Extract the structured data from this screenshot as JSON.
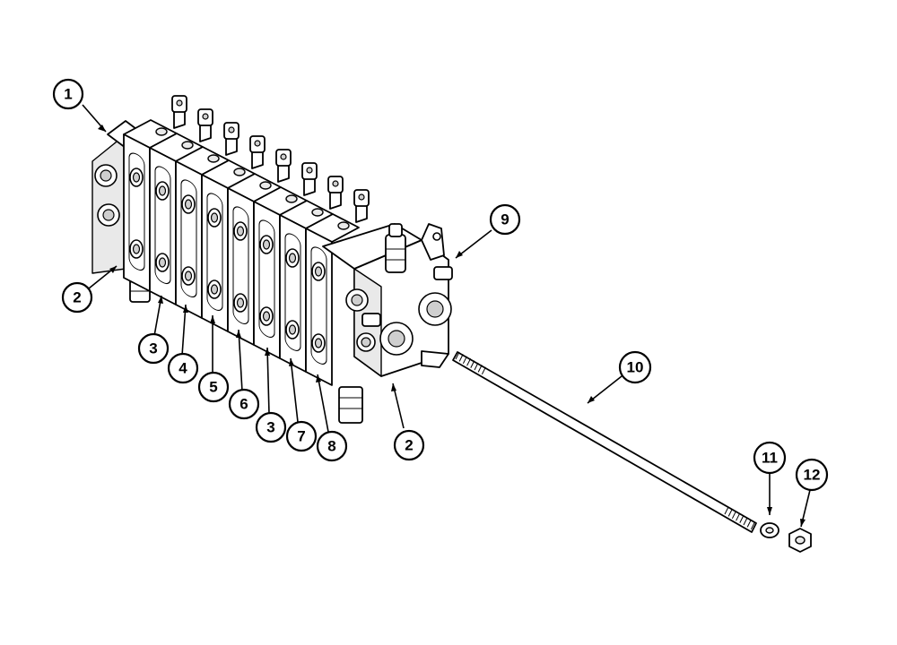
{
  "callouts": [
    {
      "id": "c1",
      "label": "1"
    },
    {
      "id": "c2a",
      "label": "2"
    },
    {
      "id": "c2b",
      "label": "2"
    },
    {
      "id": "c3a",
      "label": "3"
    },
    {
      "id": "c3b",
      "label": "3"
    },
    {
      "id": "c4",
      "label": "4"
    },
    {
      "id": "c5",
      "label": "5"
    },
    {
      "id": "c6",
      "label": "6"
    },
    {
      "id": "c7",
      "label": "7"
    },
    {
      "id": "c8",
      "label": "8"
    },
    {
      "id": "c9",
      "label": "9"
    },
    {
      "id": "c10",
      "label": "10"
    },
    {
      "id": "c11",
      "label": "11"
    },
    {
      "id": "c12",
      "label": "12"
    }
  ],
  "colors": {
    "line": "#000000",
    "background": "#ffffff",
    "shade": "#e9e9e9"
  }
}
